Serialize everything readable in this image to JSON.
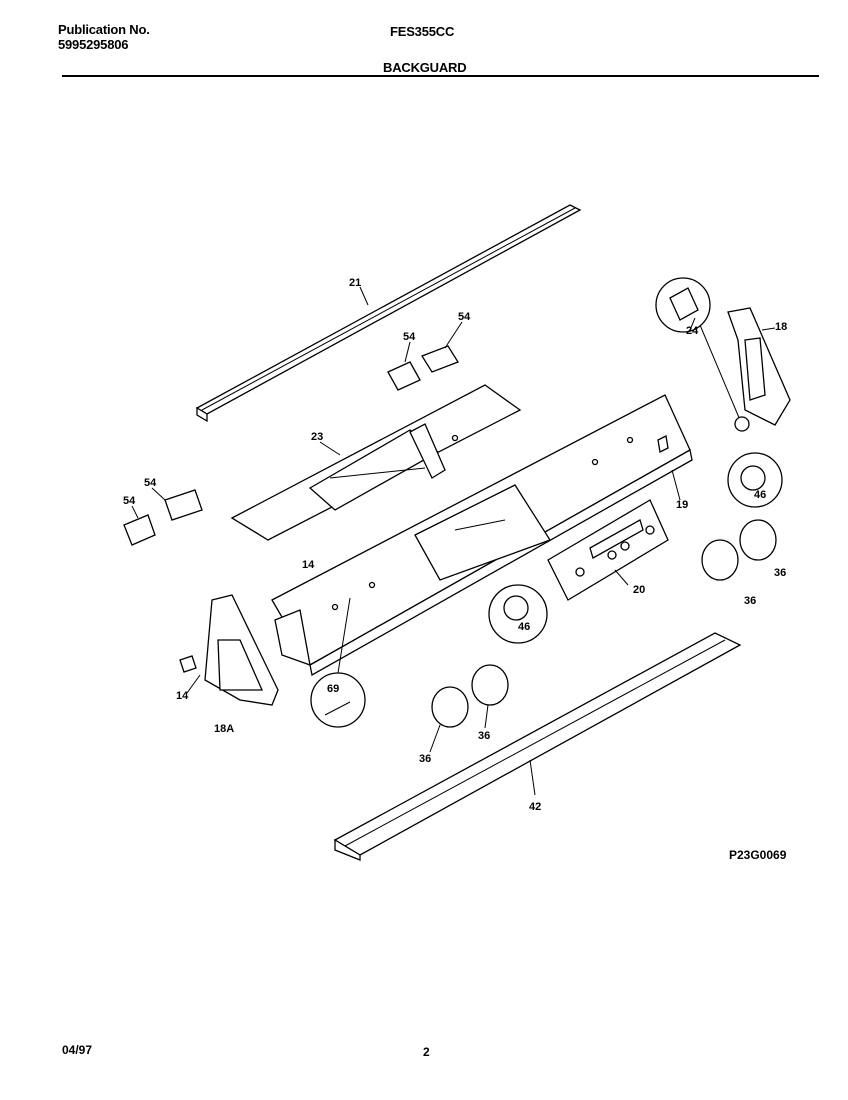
{
  "header": {
    "publication_label": "Publication No.",
    "publication_number": "5995295806",
    "model": "FES355CC",
    "section": "BACKGUARD"
  },
  "figure_code": "P23G0069",
  "footer": {
    "date": "04/97",
    "page": "2"
  },
  "callouts": {
    "c21": "21",
    "c54a": "54",
    "c54b": "54",
    "c54c": "54",
    "c54d": "54",
    "c24": "24",
    "c18": "18",
    "c23": "23",
    "c19": "19",
    "c46a": "46",
    "c46b": "46",
    "c36a": "36",
    "c36b": "36",
    "c36c": "36",
    "c36d": "36",
    "c14a": "14",
    "c14b": "14",
    "c20": "20",
    "c69": "69",
    "c18a": "18A",
    "c42": "42"
  }
}
